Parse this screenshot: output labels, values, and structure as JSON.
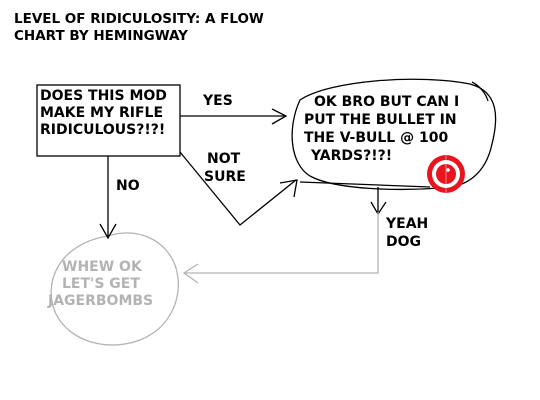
{
  "title": {
    "line1": "LEVEL OF RIDICULOSITY: A FLOW",
    "line2": "CHART BY HEMINGWAY"
  },
  "nodes": {
    "question": {
      "line1": "DOES THIS MOD",
      "line2": "MAKE MY RIFLE",
      "line3": "RIDICULOUS?!?!"
    },
    "bro": {
      "line1": "OK BRO BUT CAN I",
      "line2": "PUT THE BULLET IN",
      "line3": "THE V-BULL @ 100",
      "line4": "YARDS?!?!"
    },
    "whew": {
      "line1": "WHEW OK",
      "line2": "LET'S GET",
      "line3": "JAGERBOMBS"
    }
  },
  "edges": {
    "yes": "YES",
    "no": "NO",
    "not_sure_line1": "NOT",
    "not_sure_line2": "SURE",
    "yeah_dog_line1": "YEAH",
    "yeah_dog_line2": "DOG"
  },
  "colors": {
    "ink": "#000000",
    "grey_ink": "#b3b3b3",
    "target_red": "#e8141e",
    "target_white": "#ffffff"
  },
  "icons": {
    "target": "bullseye-target-icon"
  }
}
